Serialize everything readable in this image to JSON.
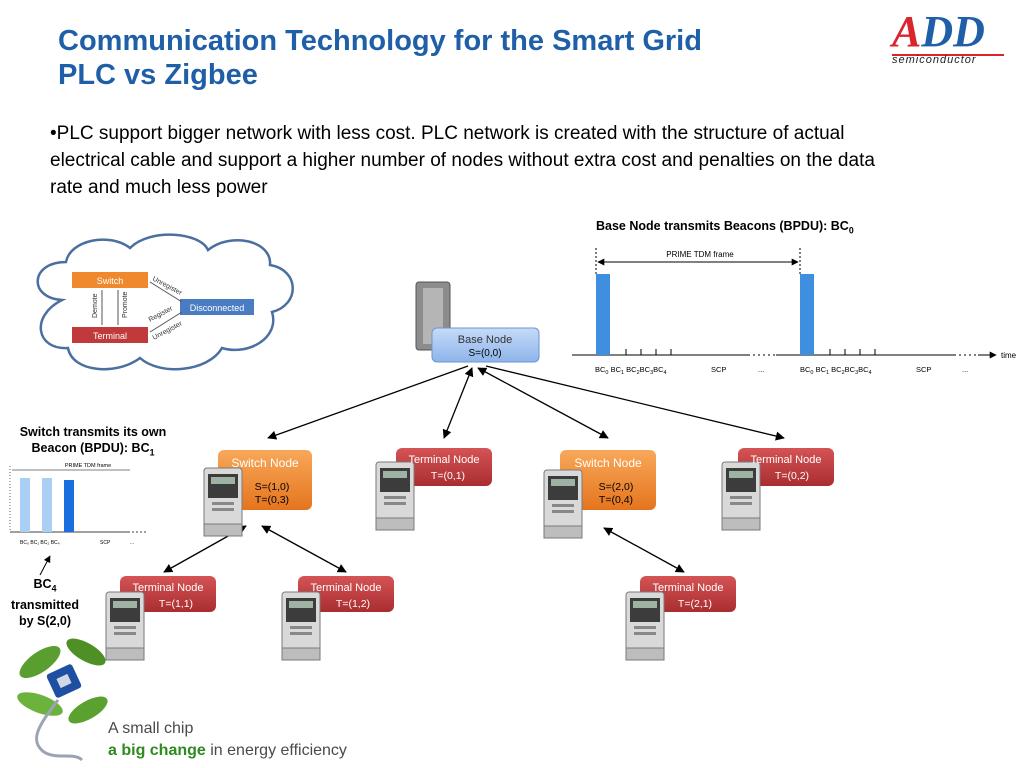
{
  "title": {
    "line1": "Communication Technology for the Smart Grid",
    "line2": "PLC vs Zigbee"
  },
  "logo": {
    "letter_a": "A",
    "letters_dd": "DD",
    "subtitle": "semiconductor"
  },
  "bullet": "•PLC support bigger network with less cost. PLC network is created with the structure of actual electrical cable and support a higher number of nodes without extra cost and penalties on the data rate and much less power",
  "captions": {
    "base_beacon": "Base Node transmits Beacons (BPDU): BC",
    "base_beacon_sub": "0",
    "switch_beacon_line1": "Switch transmits its own",
    "switch_beacon_line2": "Beacon (BPDU): BC",
    "switch_beacon_sub": "1",
    "bc4_line1": "BC",
    "bc4_sub": "4",
    "bc4_line2": "transmitted",
    "bc4_line3": "by S(2,0)"
  },
  "state_diagram": {
    "switch": "Switch",
    "terminal": "Terminal",
    "disconnected": "Disconnected",
    "demote": "Demote",
    "promote": "Promote",
    "unregister_top": "Unregister",
    "register": "Register",
    "unregister_bottom": "Unregister"
  },
  "base_node": {
    "label": "Base Node",
    "id": "S=(0,0)"
  },
  "nodes": [
    {
      "label": "Switch Node",
      "line1": "S=(1,0)",
      "line2": "T=(0,3)"
    },
    {
      "label": "Terminal Node",
      "line1": "T=(0,1)"
    },
    {
      "label": "Switch Node",
      "line1": "S=(2,0)",
      "line2": "T=(0,4)"
    },
    {
      "label": "Terminal Node",
      "line1": "T=(0,2)"
    },
    {
      "label": "Terminal Node",
      "line1": "T=(1,1)"
    },
    {
      "label": "Terminal Node",
      "line1": "T=(1,2)"
    },
    {
      "label": "Terminal Node",
      "line1": "T=(2,1)"
    }
  ],
  "tdm_frame": {
    "frame_label": "PRIME TDM frame",
    "time_label": "time",
    "ticks_1": [
      "BC",
      "BC",
      "BC",
      "BC"
    ],
    "tick_subs": [
      "0",
      "1",
      "2",
      "3",
      "4"
    ],
    "scp": "SCP",
    "ellipsis": "..."
  },
  "small_frame": {
    "frame_label": "PRIME TDM frame",
    "scp": "SCP",
    "ellipsis": "...",
    "ticks": "BC₀ BC₁ BC₂ BC₄"
  },
  "slogan": {
    "line1": "A small chip",
    "highlight": "a big change",
    "rest": " in energy efficiency"
  },
  "colors": {
    "title": "#1f5fa8",
    "switch": "#f0882e",
    "terminal": "#c0393b",
    "base": "#a9c6ef",
    "bar": "#3f8fe0"
  }
}
